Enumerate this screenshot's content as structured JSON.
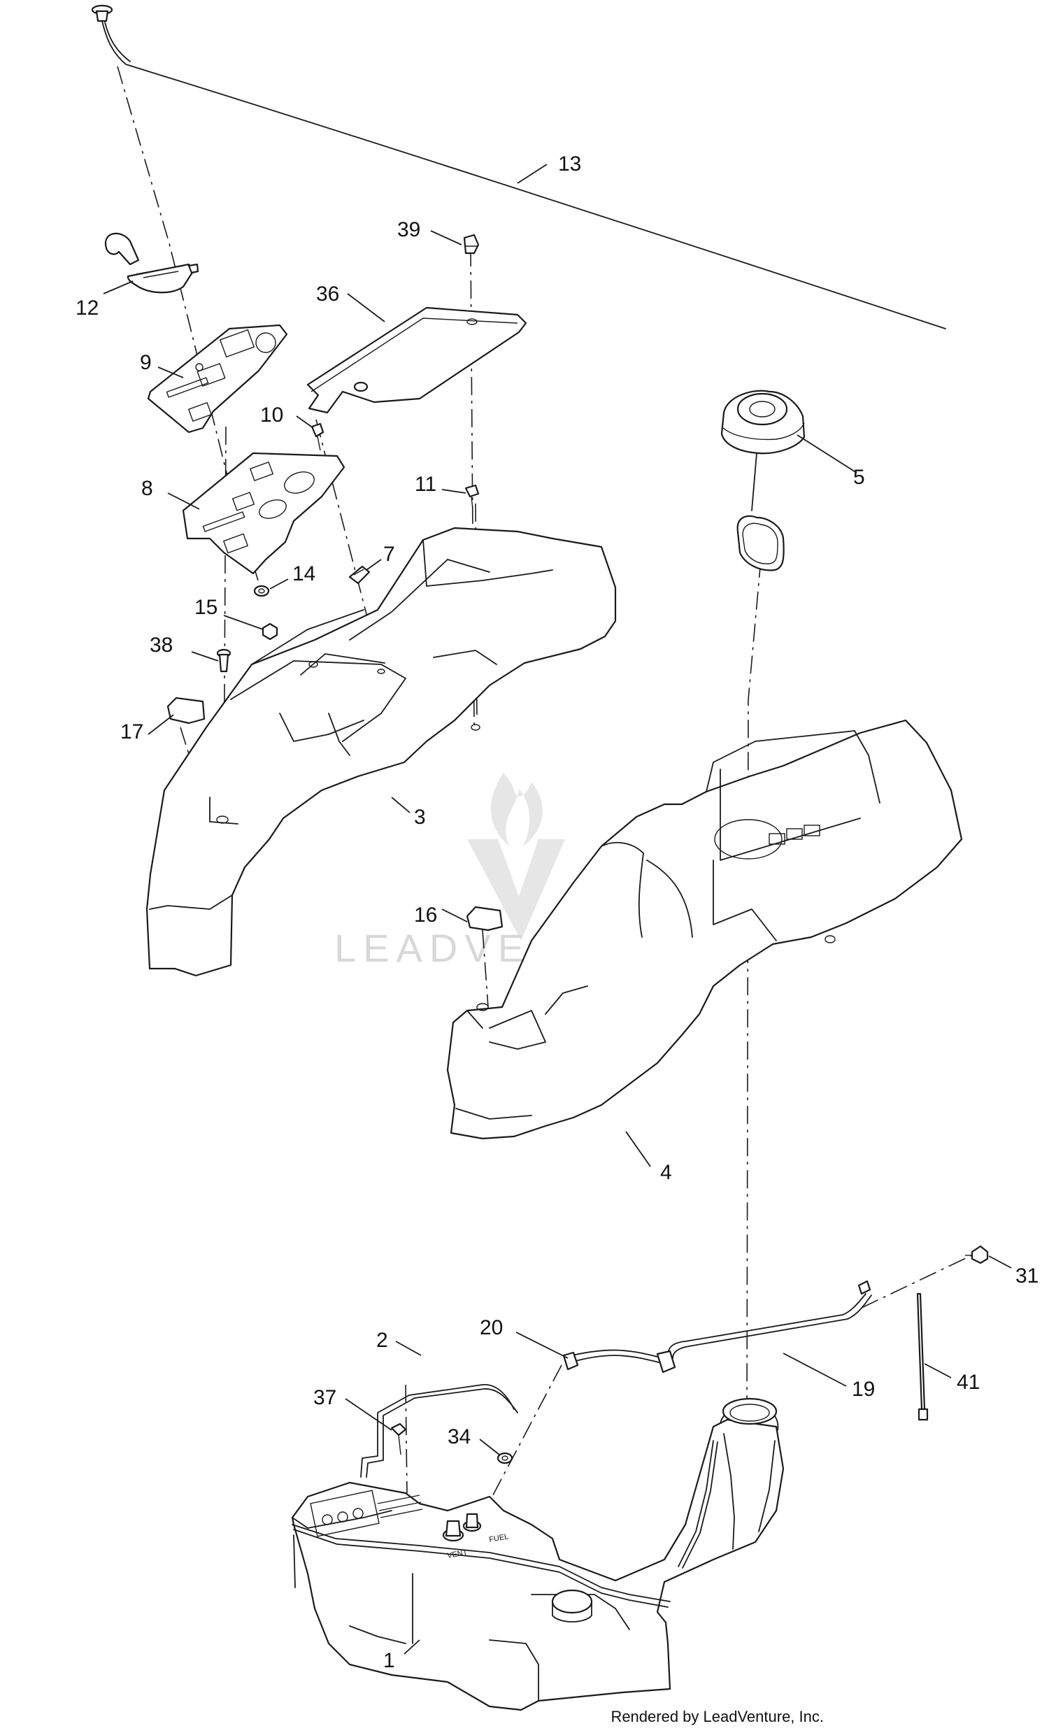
{
  "diagram": {
    "callouts": [
      {
        "id": "13",
        "label": "13"
      },
      {
        "id": "39",
        "label": "39"
      },
      {
        "id": "36",
        "label": "36"
      },
      {
        "id": "12",
        "label": "12"
      },
      {
        "id": "9",
        "label": "9"
      },
      {
        "id": "10",
        "label": "10"
      },
      {
        "id": "5",
        "label": "5"
      },
      {
        "id": "11",
        "label": "11"
      },
      {
        "id": "8",
        "label": "8"
      },
      {
        "id": "14",
        "label": "14"
      },
      {
        "id": "7",
        "label": "7"
      },
      {
        "id": "15",
        "label": "15"
      },
      {
        "id": "38",
        "label": "38"
      },
      {
        "id": "17",
        "label": "17"
      },
      {
        "id": "3",
        "label": "3"
      },
      {
        "id": "16",
        "label": "16"
      },
      {
        "id": "4",
        "label": "4"
      },
      {
        "id": "31",
        "label": "31"
      },
      {
        "id": "20",
        "label": "20"
      },
      {
        "id": "2",
        "label": "2"
      },
      {
        "id": "19",
        "label": "19"
      },
      {
        "id": "41",
        "label": "41"
      },
      {
        "id": "37",
        "label": "37"
      },
      {
        "id": "34",
        "label": "34"
      },
      {
        "id": "1",
        "label": "1"
      }
    ],
    "tank_labels": {
      "fuel": "FUEL",
      "vent": "VENT"
    },
    "watermark": "LEADVENTURE",
    "credit": "Rendered by LeadVenture, Inc."
  }
}
